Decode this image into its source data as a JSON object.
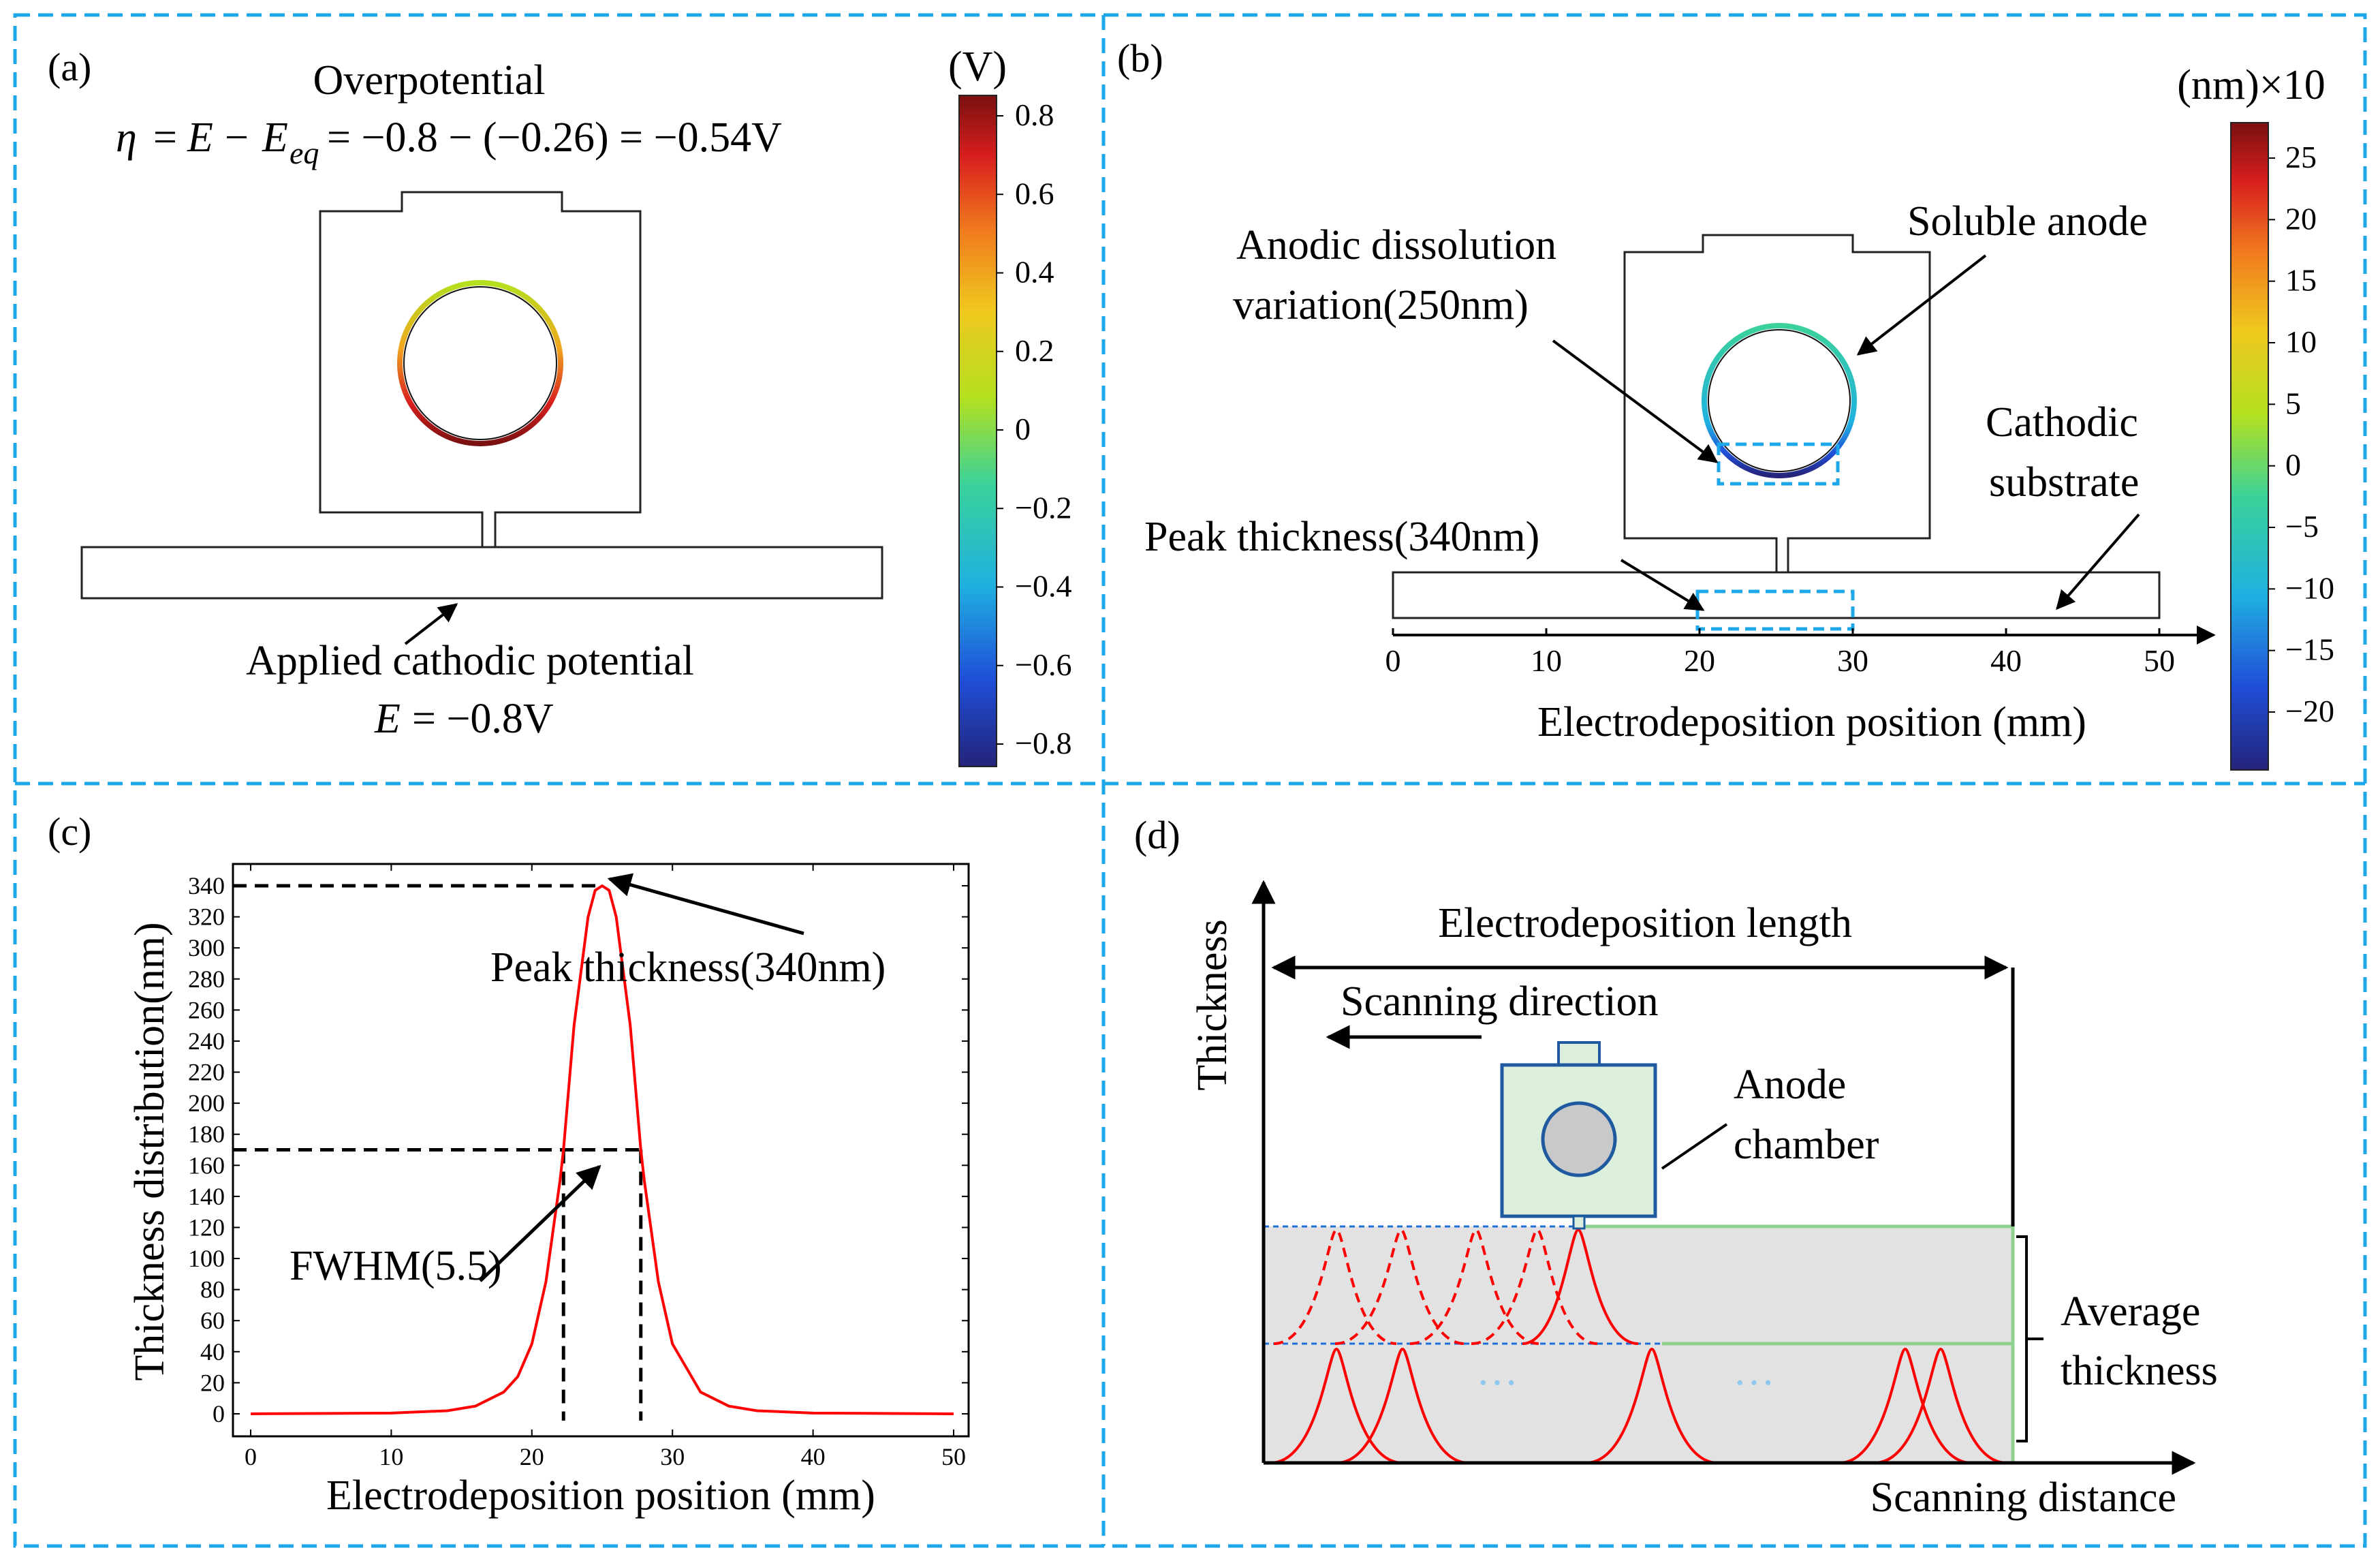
{
  "colors": {
    "panel_border": "#1ea7e8",
    "curve": "#ff0000",
    "dashed_region": "#1ea7e8",
    "chamber_fill": "#dcefdc",
    "chamber_stroke": "#1f5aa0",
    "avg_line": "#8fd18f",
    "shade": "#e2e2e2",
    "colormap": [
      "#24247a",
      "#1f4fd8",
      "#20b0e0",
      "#3ad29a",
      "#b4e01e",
      "#f0c81e",
      "#f07a1e",
      "#d81e1e",
      "#7a1010"
    ]
  },
  "panel_a": {
    "label": "(a)",
    "title": "Overpotential",
    "eq_eta": "η",
    "eq_equals1": "=",
    "eq_E": "E",
    "eq_minus": "−",
    "eq_Eeq_base": "E",
    "eq_Eeq_sub": "eq",
    "eq_rhs": "= −0.8 − (−0.26) = −0.54V",
    "annotation": "Applied cathodic potential",
    "applied_E": "E",
    "applied_value": "= −0.8V",
    "colorbar_unit": "(V)",
    "colorbar_ticks": [
      "0.8",
      "0.6",
      "0.4",
      "0.2",
      "0",
      "−0.2",
      "−0.4",
      "−0.6",
      "−0.8"
    ]
  },
  "panel_b": {
    "label": "(b)",
    "anode_label": "Soluble anode",
    "dissolution_label_1": "Anodic dissolution",
    "dissolution_label_2": "variation(250nm)",
    "cathode_label_1": "Cathodic",
    "cathode_label_2": "substrate",
    "peak_label": "Peak thickness(340nm)",
    "axis_ticks": [
      "0",
      "10",
      "20",
      "30",
      "40",
      "50"
    ],
    "xlabel": "Electrodeposition position (mm)",
    "colorbar_unit": "(nm)×10",
    "colorbar_ticks": [
      "25",
      "20",
      "15",
      "10",
      "5",
      "0",
      "−5",
      "−10",
      "−15",
      "−20"
    ]
  },
  "panel_c": {
    "label": "(c)",
    "peak_label": "Peak thickness(340nm)",
    "fwhm_label": "FWHM(5.5)"
  },
  "panel_d": {
    "label": "(d)",
    "ylabel": "Thickness",
    "xlabel": "Scanning distance",
    "length_label": "Electrodeposition length",
    "direction_label": "Scanning direction",
    "chamber_label_1": "Anode",
    "chamber_label_2": "chamber",
    "avg_label_1": "Average",
    "avg_label_2": "thickness",
    "dots": "···"
  },
  "chart_data": {
    "type": "line",
    "xlabel": "Electrodeposition position (mm)",
    "ylabel": "Thickness distribution(nm)",
    "xlim": [
      0,
      50
    ],
    "ylim": [
      0,
      340
    ],
    "xticks": [
      "0",
      "10",
      "20",
      "30",
      "40",
      "50"
    ],
    "yticks": [
      "0",
      "20",
      "40",
      "60",
      "80",
      "100",
      "120",
      "140",
      "160",
      "180",
      "200",
      "220",
      "240",
      "260",
      "280",
      "300",
      "320",
      "340"
    ],
    "series": [
      {
        "x": [
          0,
          10,
          14,
          16,
          18,
          19,
          20,
          21,
          22,
          22.25,
          23,
          24,
          24.5,
          25,
          25.5,
          26,
          27,
          27.75,
          28,
          29,
          30,
          32,
          34,
          36,
          40,
          50
        ],
        "y": [
          0,
          0.5,
          2,
          5,
          14,
          24,
          45,
          85,
          150,
          170,
          250,
          320,
          337,
          340,
          337,
          320,
          250,
          170,
          150,
          85,
          45,
          14,
          5,
          2,
          0.5,
          0
        ]
      }
    ],
    "peak": [
      25,
      340
    ],
    "fwhm": [
      22.25,
      27.75
    ],
    "half_max": 170,
    "grid": false
  }
}
